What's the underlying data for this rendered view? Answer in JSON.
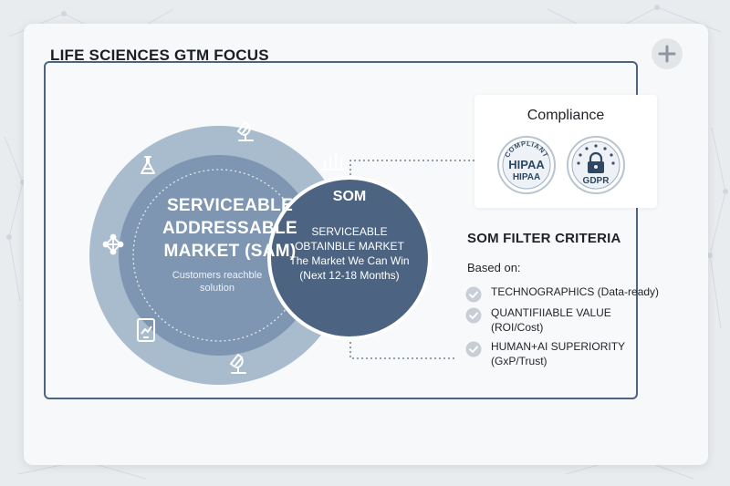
{
  "title": "LIFE SCIENCES GTM FOCUS",
  "diagram": {
    "sam": {
      "title_lines": [
        "SERVICEABLE",
        "ADDRESSABLE",
        "MARKET (SAM)"
      ],
      "subtitle_lines": [
        "Customers reachble",
        "solution"
      ]
    },
    "som": {
      "head": "SOM",
      "lines": [
        "SERVICEABLE",
        "OBTAINBLE MARKET",
        "The Market We Can Win",
        "(Next 12-18 Months)"
      ]
    },
    "icons": [
      "microscope-icon",
      "flask-icon",
      "bar-chart-icon",
      "molecule-icon",
      "tablet-icon"
    ]
  },
  "compliance": {
    "title": "Compliance",
    "hipaa": {
      "arc": "COMPLIANT",
      "line1": "HIPAA",
      "line2": "HIPAA"
    },
    "gdpr": {
      "label": "GDPR"
    }
  },
  "criteria": {
    "title": "SOM FILTER CRITERIA",
    "based_on": "Based on:",
    "items": [
      {
        "lines": [
          "TECHNOGRAPHICS (Data-ready)"
        ]
      },
      {
        "lines": [
          "QUANTIFIIABLE VALUE",
          "(ROI/Cost)"
        ]
      },
      {
        "lines": [
          "HUMAN+AI SUPERIORITY",
          "(GxP/Trust)"
        ]
      }
    ]
  },
  "colors": {
    "outer_ring": "#a9bccd",
    "sam_fill": "#7e96b1",
    "som_fill": "#4c6482",
    "frame_border": "#4d6480",
    "check_fill": "#c7ced6"
  }
}
